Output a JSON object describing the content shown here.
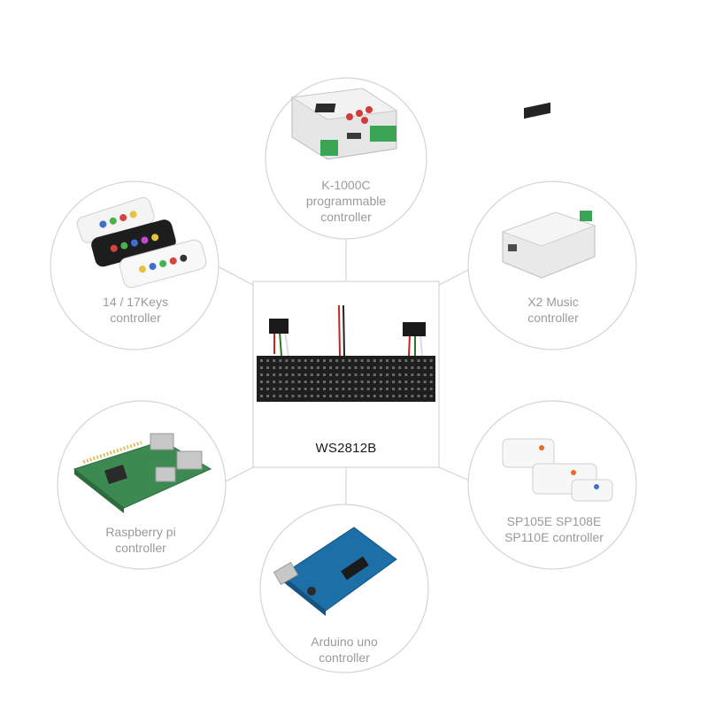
{
  "center": {
    "label": "WS2812B"
  },
  "nodes": [
    {
      "id": "k1000c",
      "label": "K-1000C\nprogrammable\ncontroller"
    },
    {
      "id": "keys",
      "label": "14 / 17Keys\ncontroller"
    },
    {
      "id": "x2music",
      "label": "X2 Music\ncontroller"
    },
    {
      "id": "raspberry",
      "label": "Raspberry pi\ncontroller"
    },
    {
      "id": "sp",
      "label": "SP105E SP108E\nSP110E controller"
    },
    {
      "id": "arduino",
      "label": "Arduino uno\ncontroller"
    }
  ],
  "colors": {
    "line": "#d4d4d4",
    "label": "#9a9a9a",
    "led_panel": "#1e1e1e",
    "board_green": "#3c8a52",
    "arduino_blue": "#1d6fa8"
  }
}
